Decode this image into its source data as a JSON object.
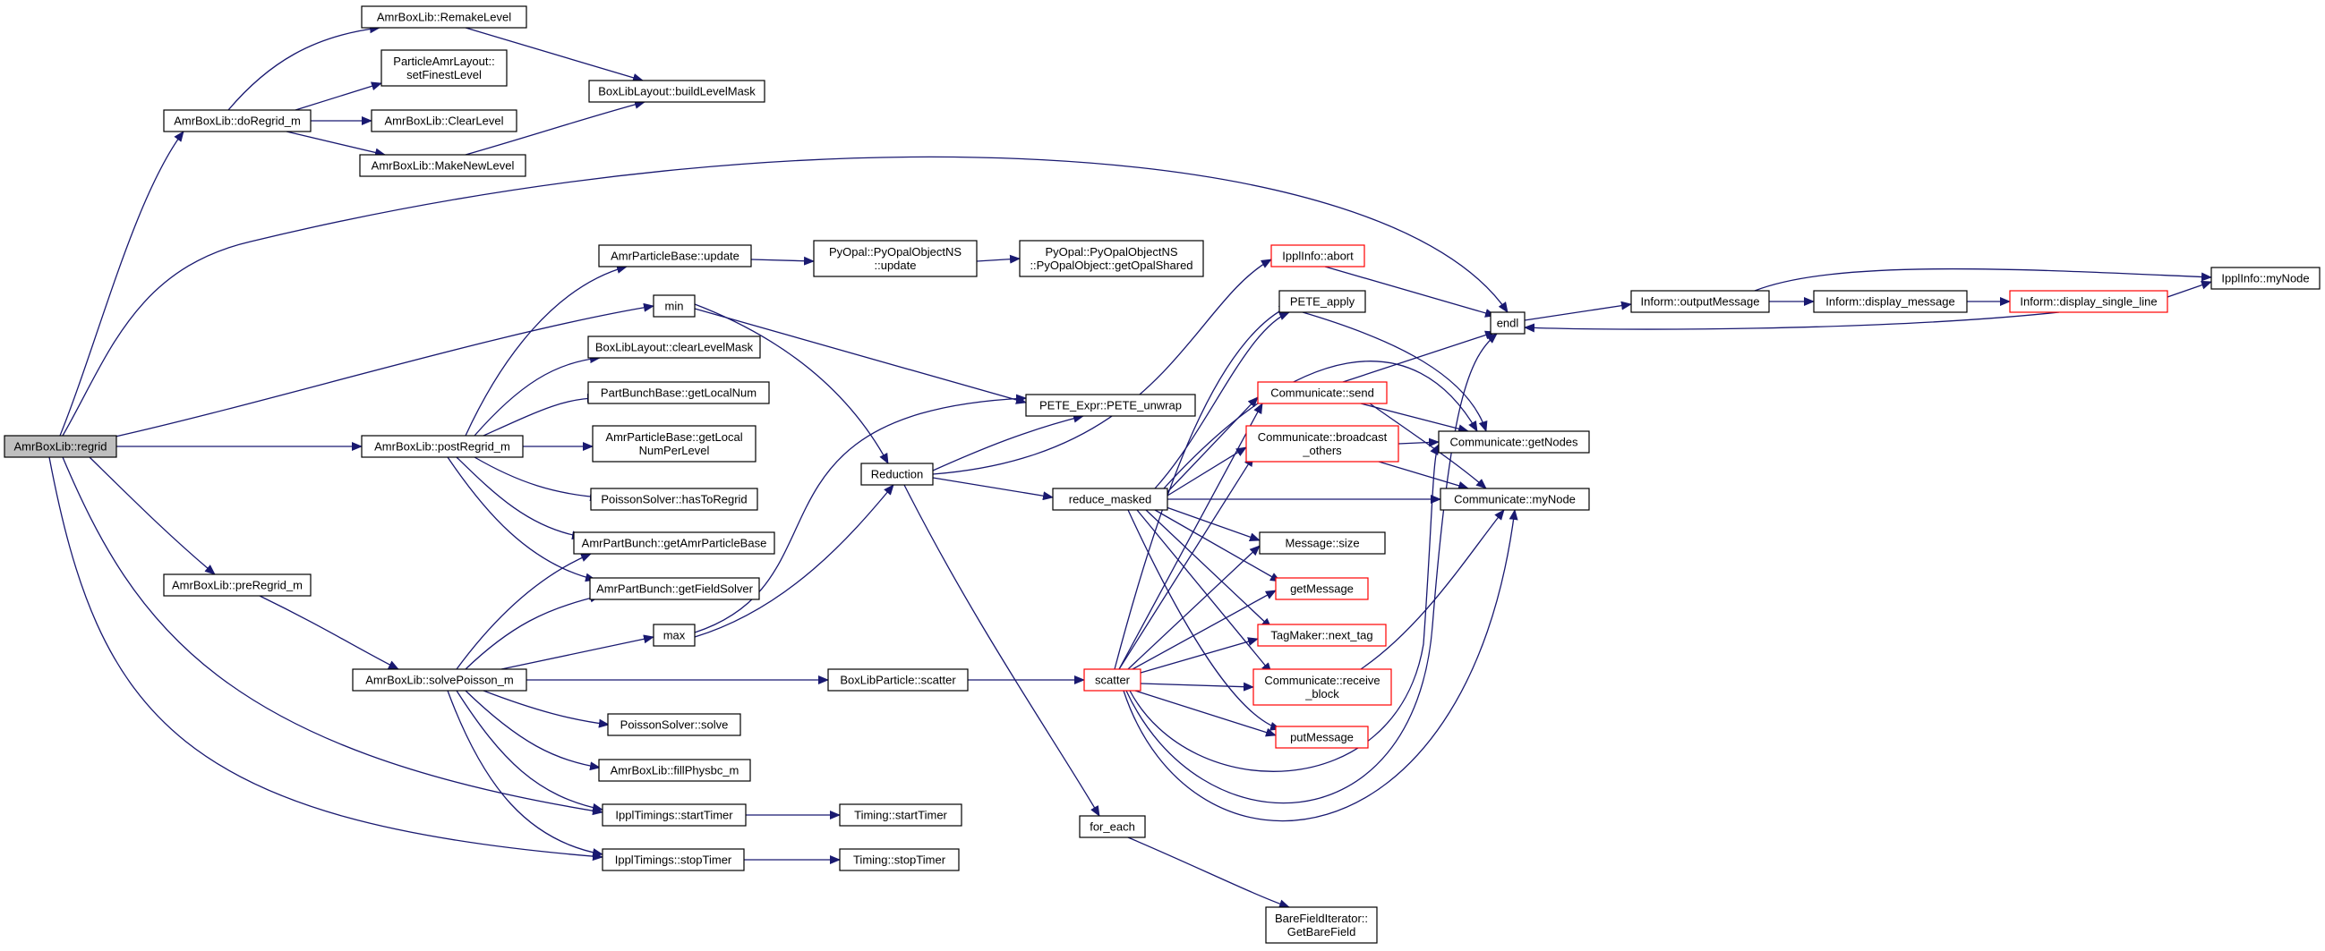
{
  "diagram": {
    "type": "call-graph",
    "colors": {
      "edge": "#191970",
      "root_fill": "#bfbfbf",
      "node_border": "#000000",
      "truncated_border": "#ff0000"
    },
    "nodes": [
      {
        "id": "regrid",
        "lines": [
          "AmrBoxLib::regrid"
        ],
        "root": true
      },
      {
        "id": "doRegrid",
        "lines": [
          "AmrBoxLib::doRegrid_m"
        ]
      },
      {
        "id": "remake",
        "lines": [
          "AmrBoxLib::RemakeLevel"
        ]
      },
      {
        "id": "setFinest",
        "lines": [
          "ParticleAmrLayout::",
          "setFinestLevel"
        ]
      },
      {
        "id": "clearLevel",
        "lines": [
          "AmrBoxLib::ClearLevel"
        ]
      },
      {
        "id": "makeNew",
        "lines": [
          "AmrBoxLib::MakeNewLevel"
        ]
      },
      {
        "id": "buildMask",
        "lines": [
          "BoxLibLayout::buildLevelMask"
        ]
      },
      {
        "id": "endl",
        "lines": [
          "endl"
        ]
      },
      {
        "id": "min",
        "lines": [
          "min"
        ]
      },
      {
        "id": "postRegrid",
        "lines": [
          "AmrBoxLib::postRegrid_m"
        ]
      },
      {
        "id": "preRegrid",
        "lines": [
          "AmrBoxLib::preRegrid_m"
        ]
      },
      {
        "id": "solvePoisson",
        "lines": [
          "AmrBoxLib::solvePoisson_m"
        ]
      },
      {
        "id": "ipplStart",
        "lines": [
          "IpplTimings::startTimer"
        ]
      },
      {
        "id": "ipplStop",
        "lines": [
          "IpplTimings::stopTimer"
        ]
      },
      {
        "id": "ampUpdate",
        "lines": [
          "AmrParticleBase::update"
        ]
      },
      {
        "id": "pyUpdate",
        "lines": [
          "PyOpal::PyOpalObjectNS",
          "::update"
        ]
      },
      {
        "id": "pyShared",
        "lines": [
          "PyOpal::PyOpalObjectNS",
          "::PyOpalObject::getOpalShared"
        ]
      },
      {
        "id": "clearMask",
        "lines": [
          "BoxLibLayout::clearLevelMask"
        ]
      },
      {
        "id": "localNum",
        "lines": [
          "PartBunchBase::getLocalNum"
        ]
      },
      {
        "id": "localNumPer",
        "lines": [
          "AmrParticleBase::getLocal",
          "NumPerLevel"
        ]
      },
      {
        "id": "hasToRegrid",
        "lines": [
          "PoissonSolver::hasToRegrid"
        ]
      },
      {
        "id": "getAmrPB",
        "lines": [
          "AmrPartBunch::getAmrParticleBase"
        ]
      },
      {
        "id": "getFS",
        "lines": [
          "AmrPartBunch::getFieldSolver"
        ]
      },
      {
        "id": "max",
        "lines": [
          "max"
        ]
      },
      {
        "id": "psSolve",
        "lines": [
          "PoissonSolver::solve"
        ]
      },
      {
        "id": "fillPhys",
        "lines": [
          "AmrBoxLib::fillPhysbc_m"
        ]
      },
      {
        "id": "tStart",
        "lines": [
          "Timing::startTimer"
        ]
      },
      {
        "id": "tStop",
        "lines": [
          "Timing::stopTimer"
        ]
      },
      {
        "id": "reduction",
        "lines": [
          "Reduction"
        ]
      },
      {
        "id": "unwrap",
        "lines": [
          "PETE_Expr::PETE_unwrap"
        ]
      },
      {
        "id": "blpScatter",
        "lines": [
          "BoxLibParticle::scatter"
        ]
      },
      {
        "id": "reduceMasked",
        "lines": [
          "reduce_masked"
        ]
      },
      {
        "id": "forEach",
        "lines": [
          "for_each"
        ]
      },
      {
        "id": "scatter",
        "lines": [
          "scatter"
        ],
        "truncated": true
      },
      {
        "id": "abort",
        "lines": [
          "IpplInfo::abort"
        ],
        "truncated": true
      },
      {
        "id": "peteApply",
        "lines": [
          "PETE_apply"
        ]
      },
      {
        "id": "send",
        "lines": [
          "Communicate::send"
        ],
        "truncated": true
      },
      {
        "id": "broadcast",
        "lines": [
          "Communicate::broadcast",
          "_others"
        ],
        "truncated": true
      },
      {
        "id": "msgSize",
        "lines": [
          "Message::size"
        ]
      },
      {
        "id": "getMsg",
        "lines": [
          "getMessage"
        ],
        "truncated": true
      },
      {
        "id": "nextTag",
        "lines": [
          "TagMaker::next_tag"
        ],
        "truncated": true
      },
      {
        "id": "recvBlock",
        "lines": [
          "Communicate::receive",
          "_block"
        ],
        "truncated": true
      },
      {
        "id": "putMsg",
        "lines": [
          "putMessage"
        ],
        "truncated": true
      },
      {
        "id": "bareField",
        "lines": [
          "BareFieldIterator::",
          "GetBareField"
        ]
      },
      {
        "id": "getNodes",
        "lines": [
          "Communicate::getNodes"
        ]
      },
      {
        "id": "myNodeC",
        "lines": [
          "Communicate::myNode"
        ]
      },
      {
        "id": "outputMsg",
        "lines": [
          "Inform::outputMessage"
        ]
      },
      {
        "id": "dispMsg",
        "lines": [
          "Inform::display_message"
        ]
      },
      {
        "id": "dispSingle",
        "lines": [
          "Inform::display_single_line"
        ],
        "truncated": true
      },
      {
        "id": "myNodeI",
        "lines": [
          "IpplInfo::myNode"
        ]
      }
    ]
  }
}
